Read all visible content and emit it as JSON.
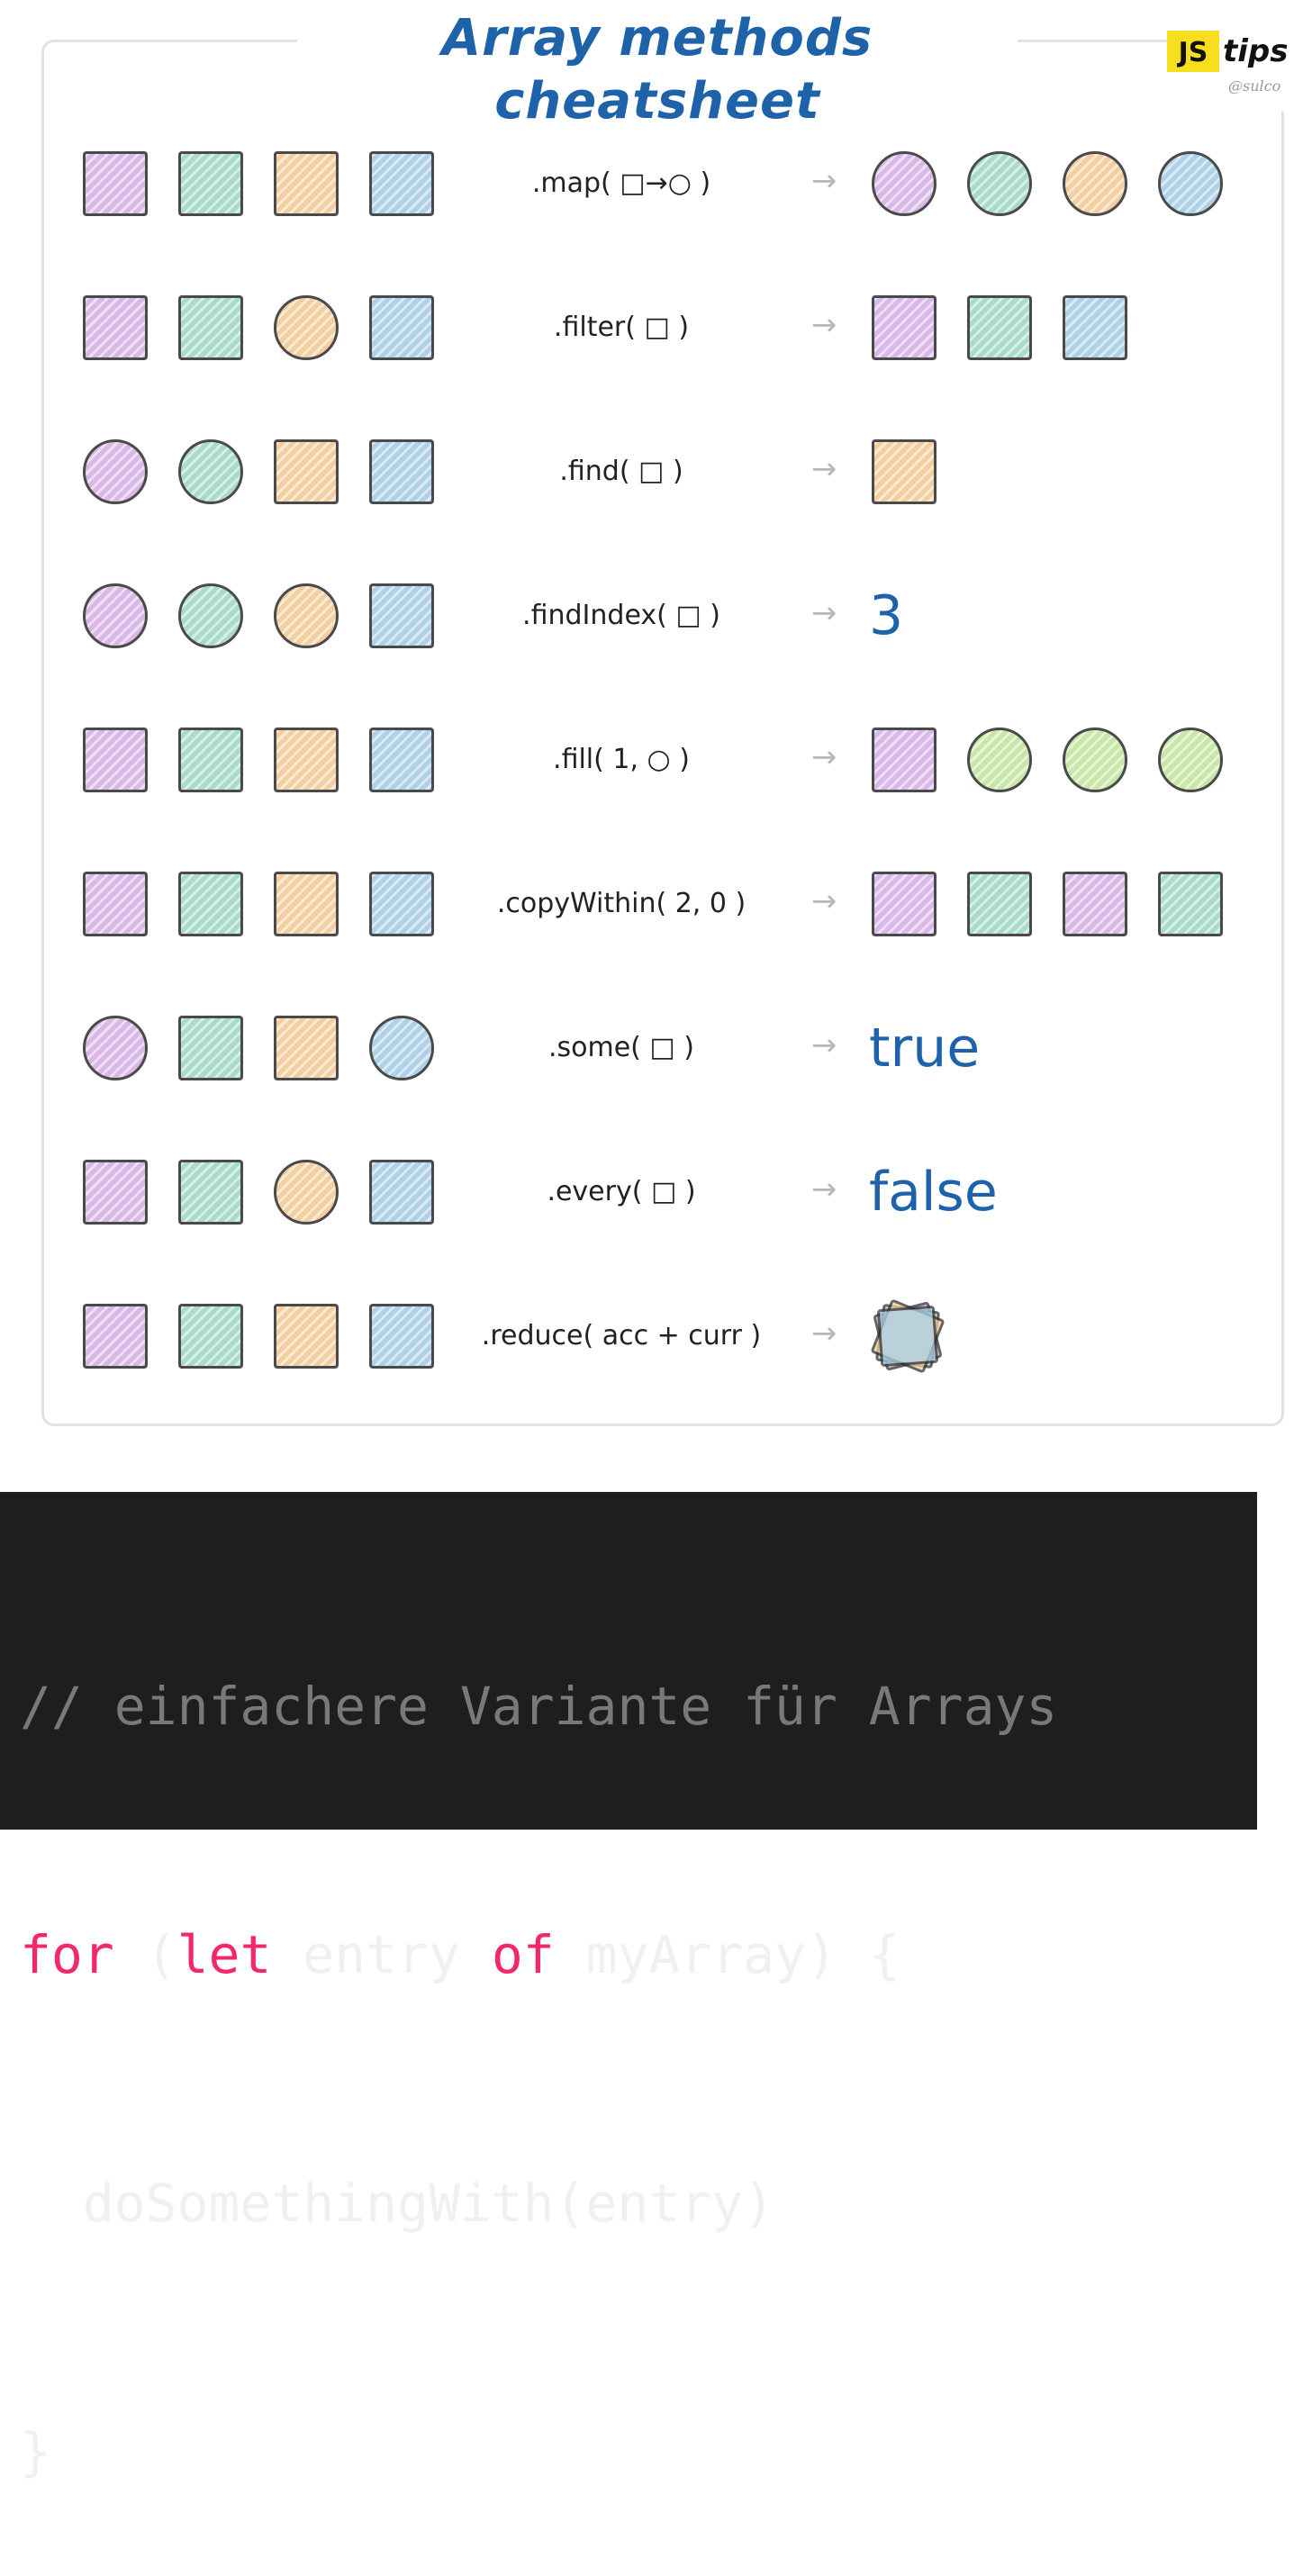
{
  "title": "Array methods cheatsheet",
  "brand": {
    "js": "JS",
    "tips": "tips",
    "handle": "@sulco"
  },
  "colors": {
    "purple": "#d9b8e8",
    "teal": "#a9dcc8",
    "orange": "#f3cfa0",
    "blue": "#aed1e8",
    "green": "#c8e6a6",
    "accent": "#1e62a9",
    "keyword": "#f2286a",
    "comment": "#797979",
    "code_bg": "#1e1e1e"
  },
  "arrow_glyph": "→",
  "rows": [
    {
      "method": ".map( □→○ )",
      "input": [
        [
          "square",
          "purple"
        ],
        [
          "square",
          "teal"
        ],
        [
          "square",
          "orange"
        ],
        [
          "square",
          "blue"
        ]
      ],
      "output": [
        [
          "circle",
          "purple"
        ],
        [
          "circle",
          "teal"
        ],
        [
          "circle",
          "orange"
        ],
        [
          "circle",
          "blue"
        ]
      ]
    },
    {
      "method": ".filter( □ )",
      "input": [
        [
          "square",
          "purple"
        ],
        [
          "square",
          "teal"
        ],
        [
          "circle",
          "orange"
        ],
        [
          "square",
          "blue"
        ]
      ],
      "output": [
        [
          "square",
          "purple"
        ],
        [
          "square",
          "teal"
        ],
        [
          "square",
          "blue"
        ]
      ]
    },
    {
      "method": ".find( □ )",
      "input": [
        [
          "circle",
          "purple"
        ],
        [
          "circle",
          "teal"
        ],
        [
          "square",
          "orange"
        ],
        [
          "square",
          "blue"
        ]
      ],
      "output": [
        [
          "square",
          "orange"
        ]
      ]
    },
    {
      "method": ".findIndex( □ )",
      "input": [
        [
          "circle",
          "purple"
        ],
        [
          "circle",
          "teal"
        ],
        [
          "circle",
          "orange"
        ],
        [
          "square",
          "blue"
        ]
      ],
      "result_text": "3"
    },
    {
      "method": ".fill( 1, ○ )",
      "input": [
        [
          "square",
          "purple"
        ],
        [
          "square",
          "teal"
        ],
        [
          "square",
          "orange"
        ],
        [
          "square",
          "blue"
        ]
      ],
      "output": [
        [
          "square",
          "purple"
        ],
        [
          "circle",
          "green"
        ],
        [
          "circle",
          "green"
        ],
        [
          "circle",
          "green"
        ]
      ]
    },
    {
      "method": ".copyWithin( 2, 0 )",
      "input": [
        [
          "square",
          "purple"
        ],
        [
          "square",
          "teal"
        ],
        [
          "square",
          "orange"
        ],
        [
          "square",
          "blue"
        ]
      ],
      "output": [
        [
          "square",
          "purple"
        ],
        [
          "square",
          "teal"
        ],
        [
          "square",
          "purple"
        ],
        [
          "square",
          "teal"
        ]
      ]
    },
    {
      "method": ".some( □ )",
      "input": [
        [
          "circle",
          "purple"
        ],
        [
          "square",
          "teal"
        ],
        [
          "square",
          "orange"
        ],
        [
          "circle",
          "blue"
        ]
      ],
      "result_text": "true"
    },
    {
      "method": ".every( □ )",
      "input": [
        [
          "square",
          "purple"
        ],
        [
          "square",
          "teal"
        ],
        [
          "circle",
          "orange"
        ],
        [
          "square",
          "blue"
        ]
      ],
      "result_text": "false"
    },
    {
      "method": ".reduce( acc + curr )",
      "input": [
        [
          "square",
          "purple"
        ],
        [
          "square",
          "teal"
        ],
        [
          "square",
          "orange"
        ],
        [
          "square",
          "blue"
        ]
      ],
      "output_stack": [
        "purple",
        "teal",
        "orange",
        "blue"
      ]
    }
  ],
  "code": {
    "line1": "// einfachere Variante für Arrays",
    "line2_kw1": "for",
    "line2_p1": " (",
    "line2_kw2": "let",
    "line2_p2": " entry ",
    "line2_kw3": "of",
    "line2_p3": " myArray) {",
    "line3": "  doSomethingWith(entry)",
    "line4": "}"
  }
}
